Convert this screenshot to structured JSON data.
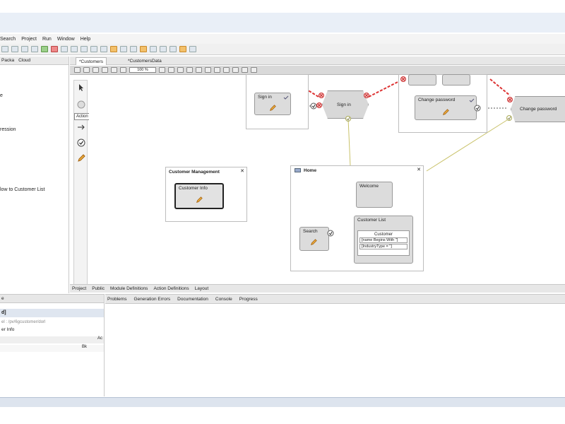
{
  "menu": [
    "Search",
    "Project",
    "Run",
    "Window",
    "Help"
  ],
  "left_panel": {
    "tabs": [
      "Packa",
      "Cloud"
    ],
    "items": [
      "e",
      "ression",
      "low to Customer List"
    ]
  },
  "editor": {
    "tabs": [
      "*Customers",
      "*CustomersData"
    ],
    "zoom": "100 %",
    "tooltip": "Action",
    "bottom_tabs": [
      "Project",
      "Public",
      "Module Definitions",
      "Action Definitions",
      "Layout"
    ]
  },
  "diagram": {
    "sign_in_node": "Sign in",
    "sign_in_action": "Sign in",
    "change_password_node": "Change password",
    "change_password_action": "Change password",
    "customer_mgmt_title": "Customer Management",
    "customer_info": "Customer Info",
    "home_title": "Home",
    "welcome": "Welcome",
    "search": "Search",
    "customer_list_title": "Customer List",
    "customer_list_header": "Customer",
    "filter1": "[name Begins With '']",
    "filter2": "[IndustryType = '']"
  },
  "props_panel": {
    "title": "e",
    "selected": "d]",
    "path": "el : /pv/6gcustomer/dorl",
    "row1": "er Info",
    "row3": "Bk",
    "row2_right": "Ac"
  },
  "console_tabs": [
    "Problems",
    "Generation Errors",
    "Documentation",
    "Console",
    "Progress"
  ]
}
